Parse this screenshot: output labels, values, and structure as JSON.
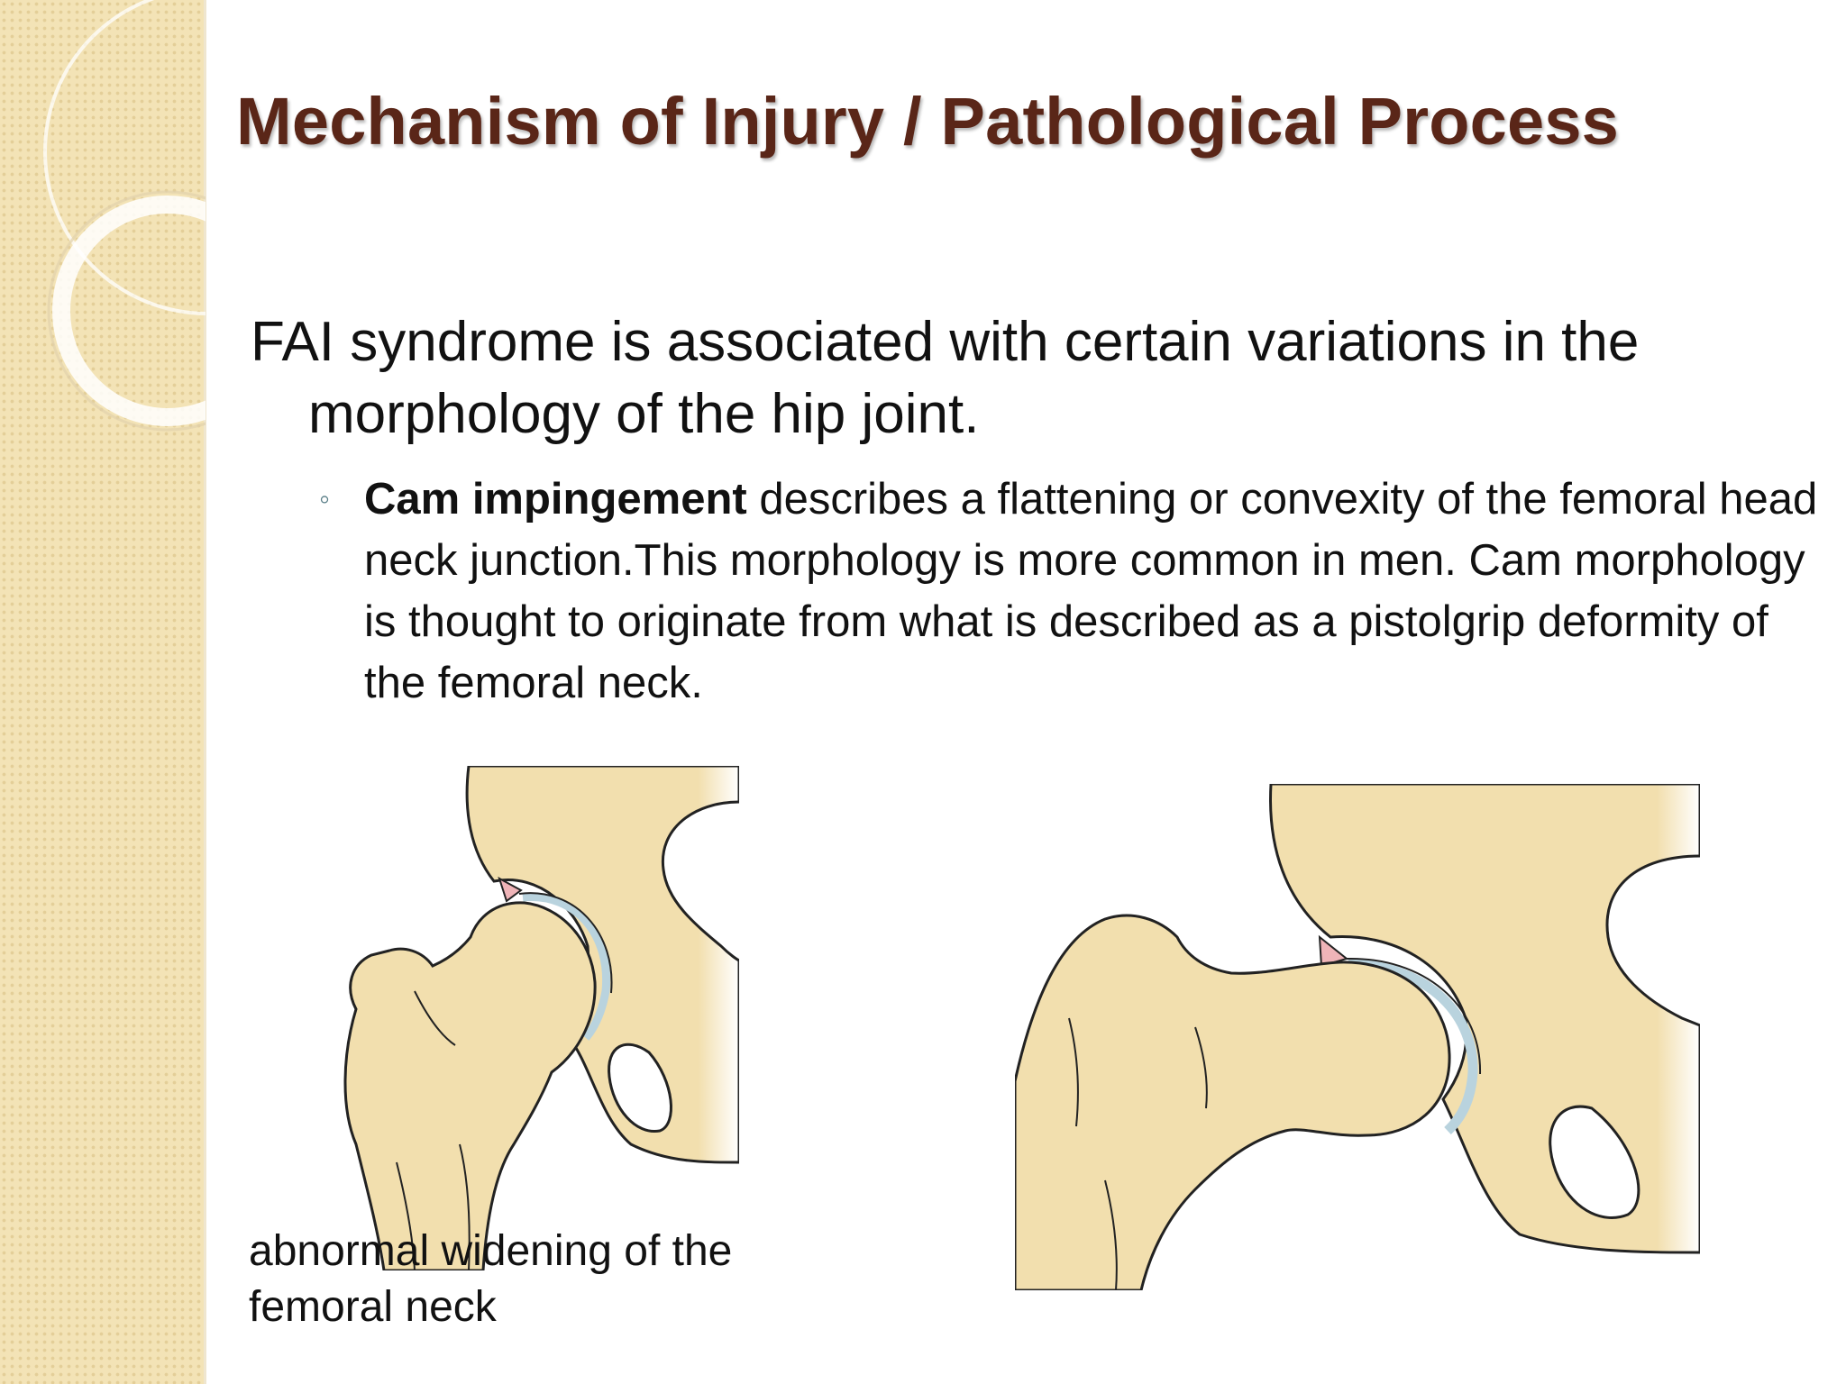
{
  "slide": {
    "title": "Mechanism of Injury / Pathological Process",
    "intro": "FAI syndrome is associated with certain variations in the morphology of the hip joint.",
    "bullets": [
      {
        "marker": "◦",
        "bold": "Cam impingement",
        "text": " describes a flattening or convexity of the femoral head neck junction.This morphology is more common in men. Cam morphology is thought to originate from what is described as a pistolgrip deformity of the femoral neck."
      }
    ],
    "caption": "abnormal widening of the femoral neck"
  },
  "colors": {
    "title": "#5a2618",
    "sidebar": "#f3e3b6",
    "bone_fill": "#f2dfae",
    "cartilage": "#b9d3de",
    "labrum": "#efb4b8"
  }
}
